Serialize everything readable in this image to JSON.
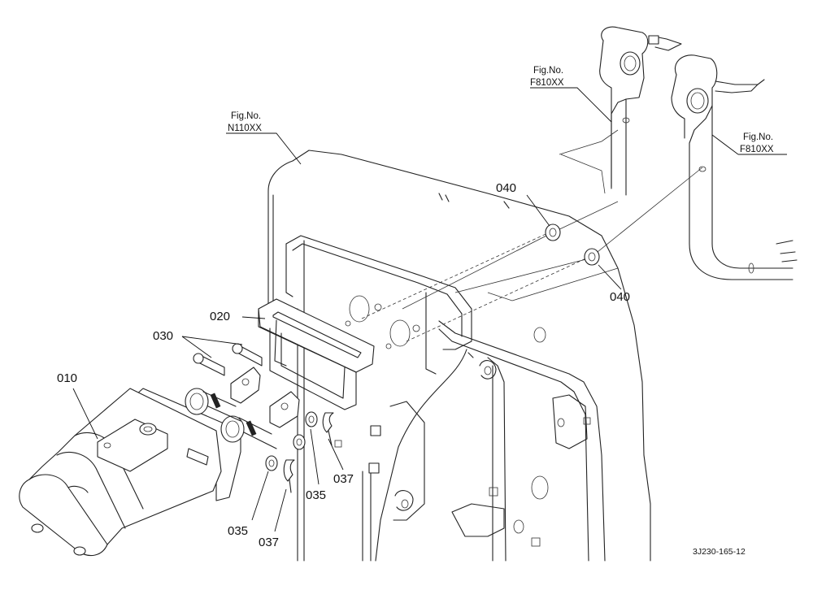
{
  "diagram": {
    "code": "3J230-165-12",
    "references": [
      {
        "id": "ref-n110",
        "caption": "Fig.No.",
        "number": "N110XX"
      },
      {
        "id": "ref-f810-top",
        "caption": "Fig.No.",
        "number": "F810XX"
      },
      {
        "id": "ref-f810-right",
        "caption": "Fig.No.",
        "number": "F810XX"
      }
    ],
    "parts": [
      {
        "id": "010"
      },
      {
        "id": "020"
      },
      {
        "id": "030"
      },
      {
        "id": "035"
      },
      {
        "id": "037"
      },
      {
        "id": "040"
      }
    ],
    "callouts": {
      "c010": "010",
      "c020": "020",
      "c030": "030",
      "c035a": "035",
      "c035b": "035",
      "c037a": "037",
      "c037b": "037",
      "c040a": "040",
      "c040b": "040"
    }
  }
}
